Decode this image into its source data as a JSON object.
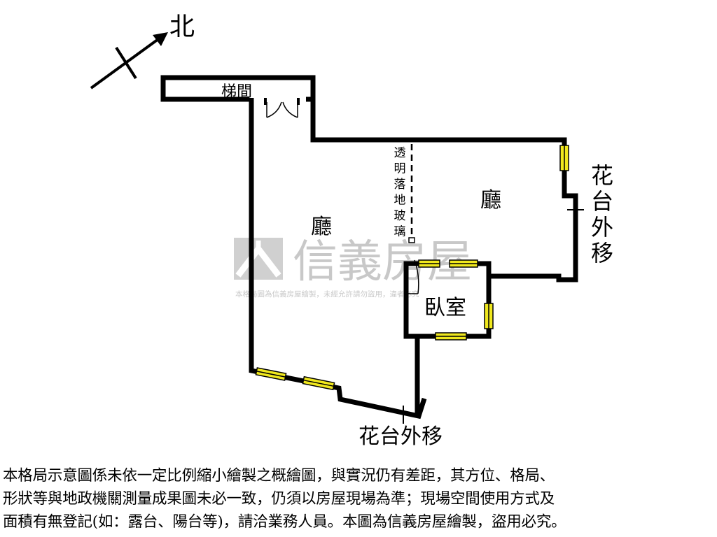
{
  "compass": {
    "label": "北"
  },
  "rooms": {
    "stairwell": "梯間",
    "living_left": "廳",
    "living_right": "廳",
    "bedroom": "臥室"
  },
  "glass_wall_label": "透明落地玻璃",
  "balcony_right": "花台外移",
  "balcony_bottom": "花台外移",
  "watermark": {
    "brand": "信義房屋",
    "notice": "本格局圖為信義房屋繪製，未經允許請勿盜用，違者必究"
  },
  "disclaimer": [
    "本格局示意圖係未依一定比例縮小繪製之概繪圖，與實況仍有差距，其方位、格局、",
    "形狀等與地政機關測量成果圖未必一致，仍須以房屋現場為準；現場空間使用方式及",
    "面積有無登記(如：露台、陽台等)，請洽業務人員。本圖為信義房屋繪製，盜用必究。"
  ],
  "colors": {
    "wall": "#000000",
    "window_fill": "#f0e81e",
    "watermark": "#bfbfbf",
    "background": "#ffffff"
  }
}
